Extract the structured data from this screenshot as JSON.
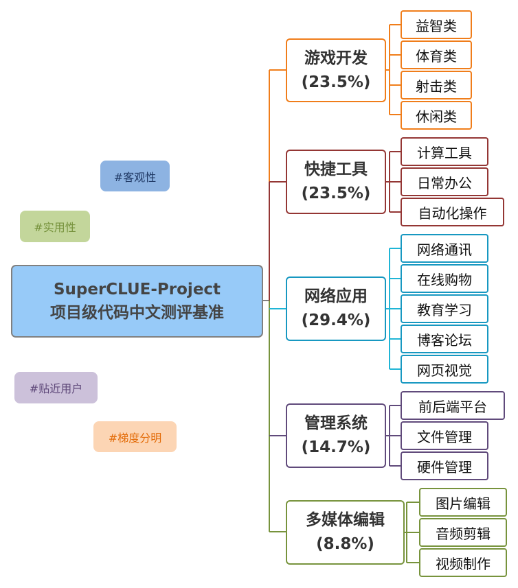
{
  "root": {
    "title_line1": "SuperCLUE-Project",
    "title_line2": "项目级代码中文测评基准"
  },
  "tags": [
    {
      "label": "#客观性",
      "bg": "#8db3e2",
      "fg": "#1f3864"
    },
    {
      "label": "#实用性",
      "bg": "#c3d69b",
      "fg": "#76923c"
    },
    {
      "label": "#贴近用户",
      "bg": "#ccc1da",
      "fg": "#5f497a"
    },
    {
      "label": "#梯度分明",
      "bg": "#fcd5b4",
      "fg": "#e36c09"
    }
  ],
  "categories": [
    {
      "name": "游戏开发",
      "percent": "(23.5%)",
      "color": "#f07d1a",
      "children": [
        "益智类",
        "体育类",
        "射击类",
        "休闲类"
      ]
    },
    {
      "name": "快捷工具",
      "percent": "(23.5%)",
      "color": "#943634",
      "children": [
        "计算工具",
        "日常办公",
        "自动化操作"
      ]
    },
    {
      "name": "网络应用",
      "percent": "(29.4%)",
      "color": "#1798c1",
      "children": [
        "网络通讯",
        "在线购物",
        "教育学习",
        "博客论坛",
        "网页视觉"
      ]
    },
    {
      "name": "管理系统",
      "percent": "(14.7%)",
      "color": "#604a7b",
      "children": [
        "前后端平台",
        "文件管理",
        "硬件管理"
      ]
    },
    {
      "name": "多媒体编辑",
      "percent": "(8.8%)",
      "color": "#77933c",
      "children": [
        "图片编辑",
        "音频剪辑",
        "视频制作"
      ]
    }
  ]
}
